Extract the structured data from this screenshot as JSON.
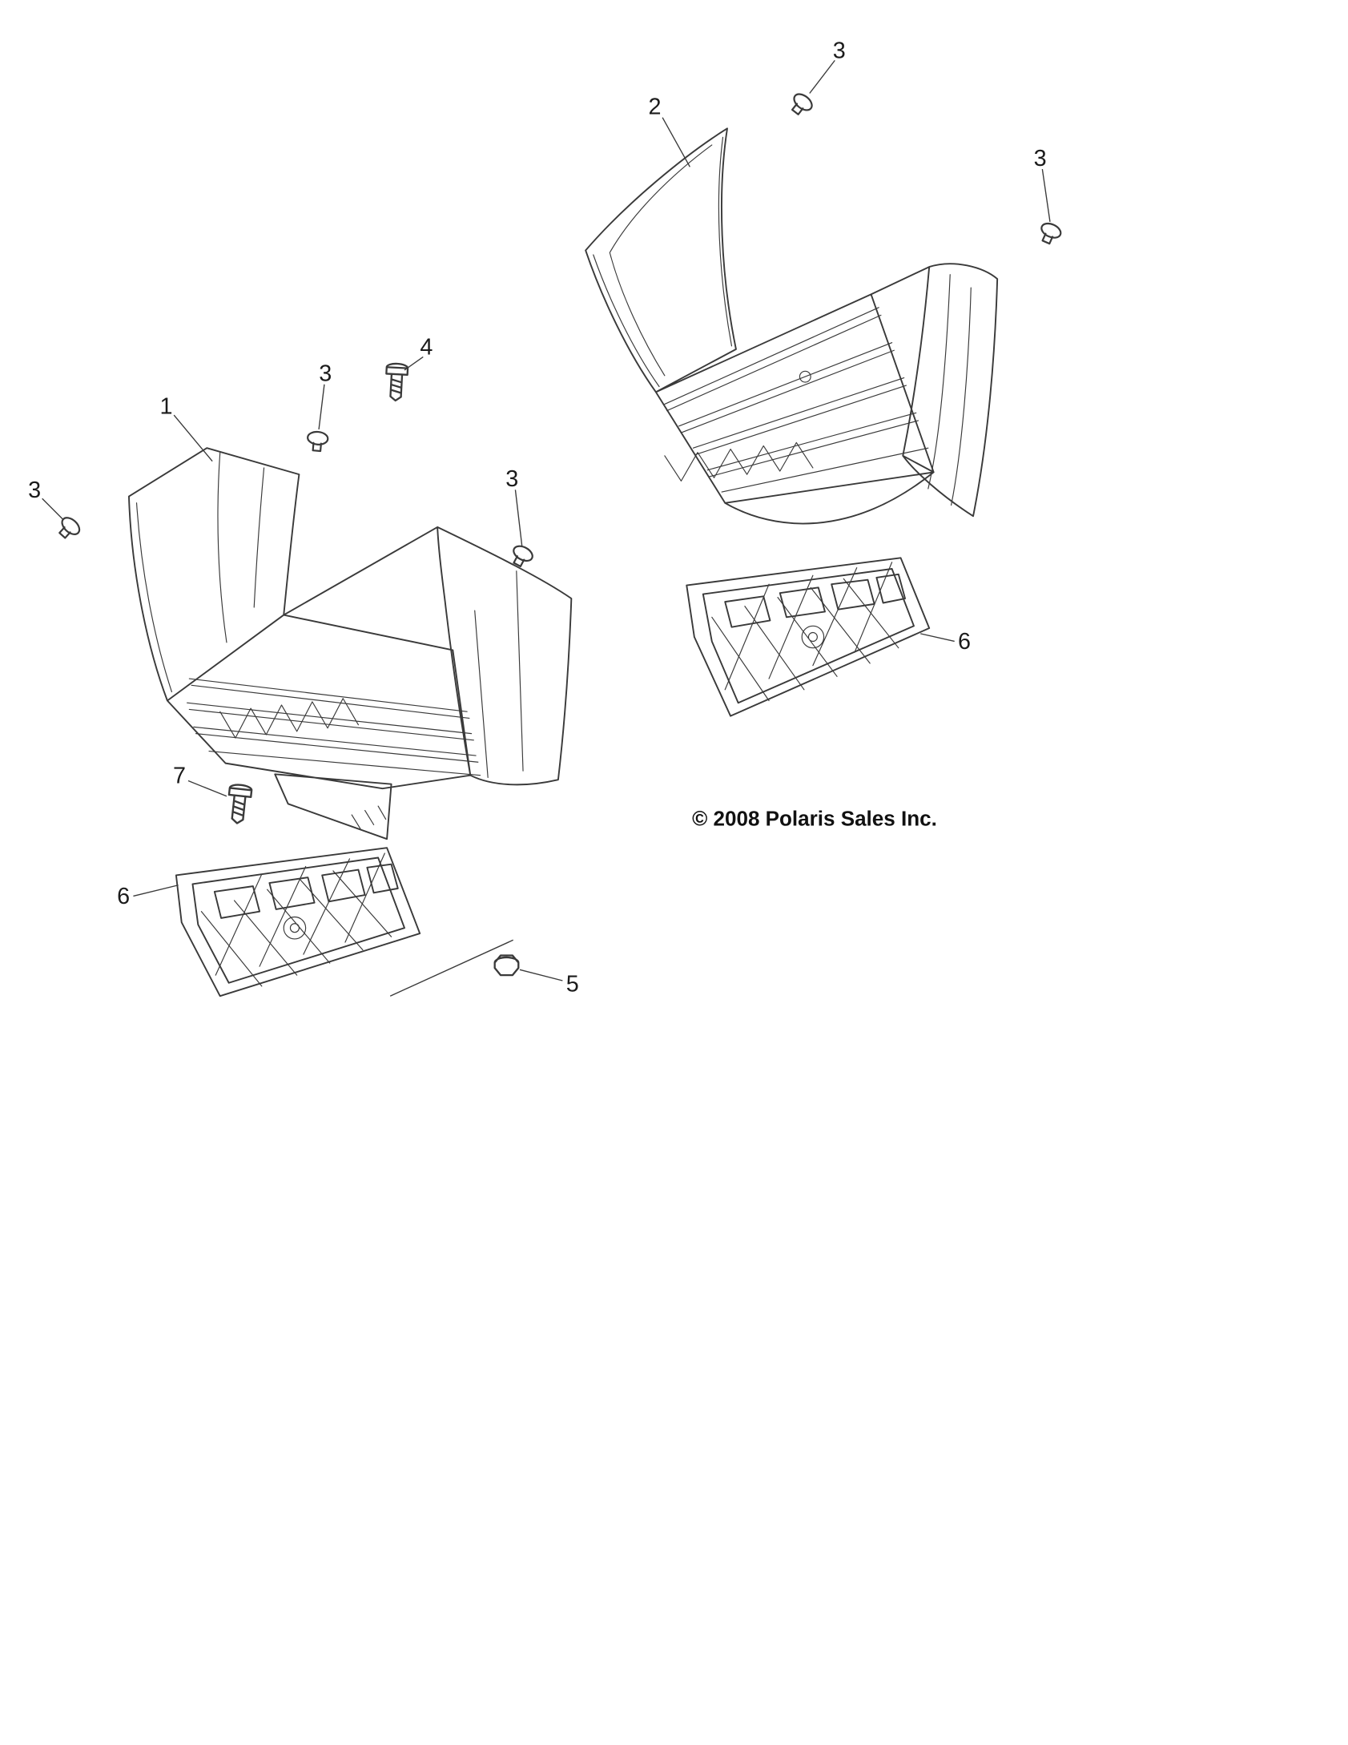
{
  "page": {
    "background_color": "#ffffff",
    "line_color": "#3a3a3a"
  },
  "copyright": "© 2008 Polaris Sales Inc.",
  "callouts": {
    "c1": "1",
    "c2": "2",
    "c3a": "3",
    "c3b": "3",
    "c3c": "3",
    "c3d": "3",
    "c3e": "3",
    "c4": "4",
    "c5": "5",
    "c6a": "6",
    "c6b": "6",
    "c7": "7"
  }
}
